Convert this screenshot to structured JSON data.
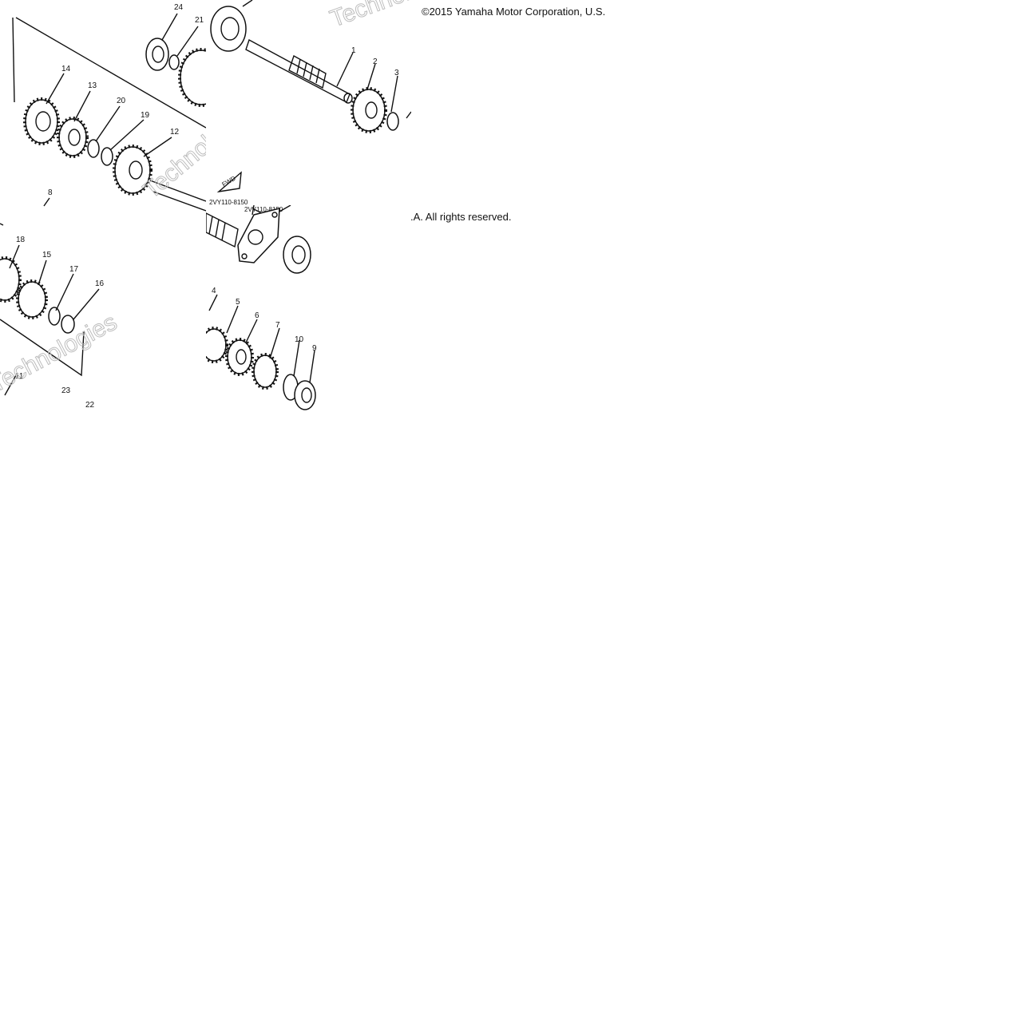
{
  "diagram": {
    "title": "",
    "copyright_line1": "©2015 Yamaha Motor Corporation, U.S.",
    "copyright_line2": ".A. All rights reserved.",
    "watermark_text": "Technologies",
    "fwd_label": "FWD",
    "part_number": "2VY110-8150",
    "callouts": [
      "1",
      "2",
      "3",
      "4",
      "5",
      "6",
      "7",
      "8",
      "9",
      "10",
      "11",
      "12",
      "13",
      "14",
      "15",
      "16",
      "17",
      "18",
      "19",
      "20",
      "21",
      "22",
      "23",
      "24"
    ]
  },
  "colors": {
    "ink": "#111111",
    "watermark": "#bdbdbd",
    "background": "#ffffff"
  }
}
